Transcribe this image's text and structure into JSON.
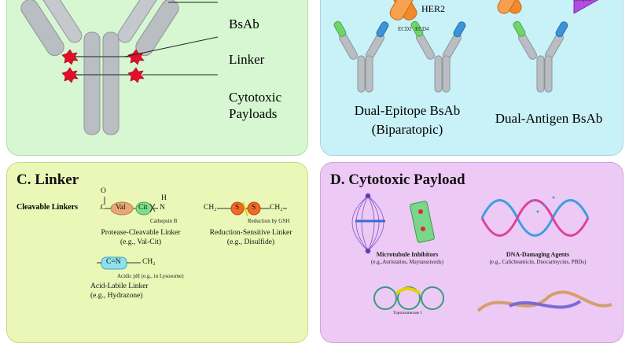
{
  "panel_a": {
    "labels": {
      "bsab": "BsAb",
      "linker": "Linker",
      "cytotoxic_payloads_line1": "Cytotoxic",
      "cytotoxic_payloads_line2": "Payloads"
    }
  },
  "panel_b": {
    "her2": "HER2",
    "ecd2": "ECD2",
    "ecd4": "ECD4",
    "receptor": "receptor",
    "dual_epitope_line1": "Dual-Epitope BsAb",
    "dual_epitope_line2": "(Biparatopic)",
    "dual_antigen": "Dual-Antigen BsAb"
  },
  "panel_c": {
    "title": "C. Linker",
    "cleavable": "Cleavable Linkers",
    "protease": {
      "o": "O",
      "c": "C",
      "val": "Val",
      "cit": "Cit",
      "h": "H",
      "n": "N",
      "enzyme": "Cathepsin B",
      "label1": "Protease-Cleavable Linker",
      "label2": "(e.g., Val-Cit)"
    },
    "reduction": {
      "ch2_left": "CH₂",
      "s1": "S",
      "s2": "S",
      "ch2_right": "CH₂",
      "agent": "Reduction by GSH",
      "label1": "Reduction-Sensitive Linker",
      "label2": "(e.g., Disulfide)"
    },
    "acid": {
      "cn": "C=N",
      "ch2": "CH₂",
      "condition": "Acidic pH (e.g., in Lysosome)",
      "label1": "Acid-Labile Linker",
      "label2": "(e.g., Hydrazone)"
    }
  },
  "panel_d": {
    "title": "D. Cytotoxic Payload",
    "microtubule_label1": "Microtubule Inhibitors",
    "microtubule_label2": "(e.g.,Auristatins, Maytansinoids)",
    "dna_label1": "DNA-Damaging Agents",
    "dna_label2": "(e.g., Calicheamicin, Duocarmycins, PBDs)",
    "topo_label": "Topoisomerase I"
  },
  "colors": {
    "green_arm": "#6fd46a",
    "blue_arm": "#3b93d8",
    "antibody_grey": "#b9bec2",
    "payload_red": "#e0102a",
    "her2_orange": "#f08a2a",
    "receptor_purple": "#b04ce0"
  }
}
